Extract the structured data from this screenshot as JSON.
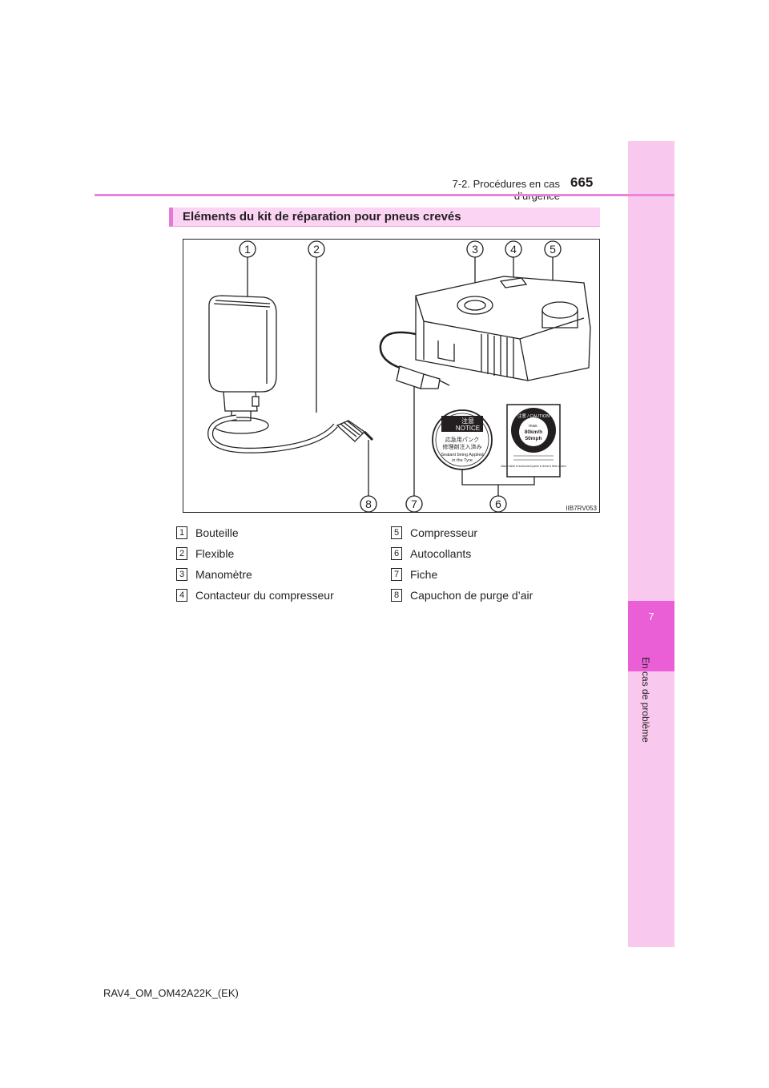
{
  "header": {
    "section": "7-2. Procédures en cas d’urgence",
    "page_number": "665"
  },
  "side_tab": {
    "chapter_number": "7",
    "chapter_title": "En cas de problème"
  },
  "section_heading": "Eléments du kit de réparation pour pneus crevés",
  "figure": {
    "callouts": [
      "1",
      "2",
      "3",
      "4",
      "5",
      "6",
      "7",
      "8"
    ],
    "image_code": "IIB7RV053",
    "notice_sticker": {
      "jp_title": "注意",
      "en_title": "NOTICE",
      "jp_line1": "応急用パンク",
      "jp_line2": "修理剤注入済み",
      "en_line1": "Sealant being Applied",
      "en_line2": "in the Tyre"
    },
    "caution_sticker": {
      "header": "注意 / CAUTION",
      "max": "max.",
      "speed_kmh": "80km/h",
      "speed_mph": "50mph",
      "note": "Attach label to instrument panel in driver's field of view"
    }
  },
  "items": [
    {
      "num": "1",
      "label": "Bouteille"
    },
    {
      "num": "2",
      "label": "Flexible"
    },
    {
      "num": "3",
      "label": "Manomètre"
    },
    {
      "num": "4",
      "label": "Contacteur du compresseur"
    },
    {
      "num": "5",
      "label": "Compresseur"
    },
    {
      "num": "6",
      "label": "Autocollants"
    },
    {
      "num": "7",
      "label": "Fiche"
    },
    {
      "num": "8",
      "label": "Capuchon de purge d’air"
    }
  ],
  "footer": "RAV4_OM_OM42A22K_(EK)"
}
